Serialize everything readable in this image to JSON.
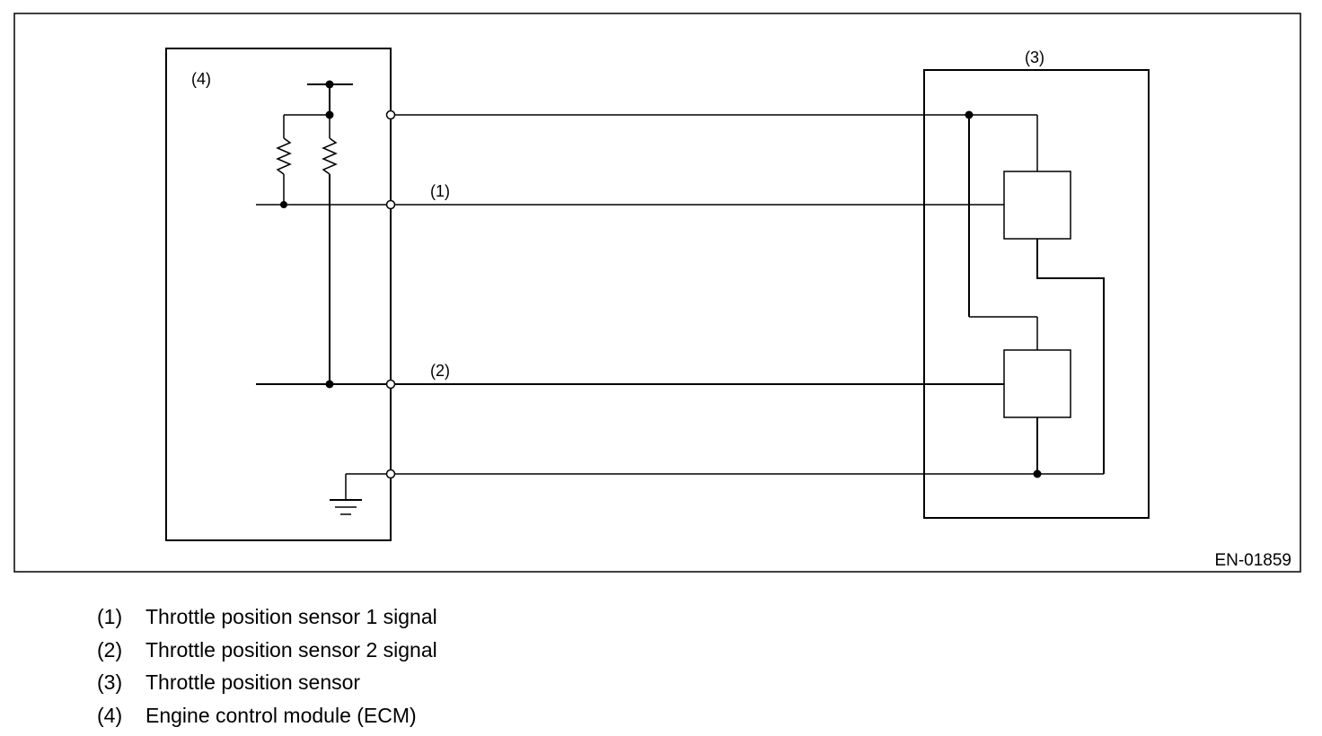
{
  "diagram": {
    "figure_code": "EN-01859",
    "callouts": {
      "signal1": "(1)",
      "signal2": "(2)",
      "sensor": "(3)",
      "ecm": "(4)"
    }
  },
  "legend": [
    {
      "num": "(1)",
      "text": "Throttle position sensor 1 signal"
    },
    {
      "num": "(2)",
      "text": "Throttle position sensor 2 signal"
    },
    {
      "num": "(3)",
      "text": "Throttle position sensor"
    },
    {
      "num": "(4)",
      "text": "Engine control module (ECM)"
    }
  ]
}
